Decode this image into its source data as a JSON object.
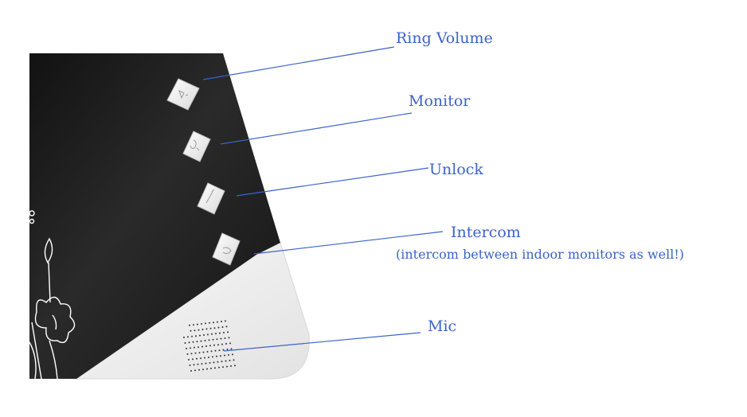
{
  "colors": {
    "label_text": "#3b63c9",
    "leader_line": "#3b63c9",
    "device_face": "#1b1b1b",
    "device_lower_panel": "#ececec",
    "button_face": "#f4f4f4"
  },
  "callouts": [
    {
      "id": "ring-volume",
      "label": "Ring Volume",
      "icon": "ring-volume-icon"
    },
    {
      "id": "monitor",
      "label": "Monitor",
      "icon": "monitor-icon"
    },
    {
      "id": "unlock",
      "label": "Unlock",
      "icon": "unlock-icon"
    },
    {
      "id": "intercom",
      "label": "Intercom",
      "sublabel": "(intercom between indoor monitors as well!)",
      "icon": "intercom-icon"
    },
    {
      "id": "mic",
      "label": "Mic",
      "icon": "mic-grille-icon"
    }
  ]
}
